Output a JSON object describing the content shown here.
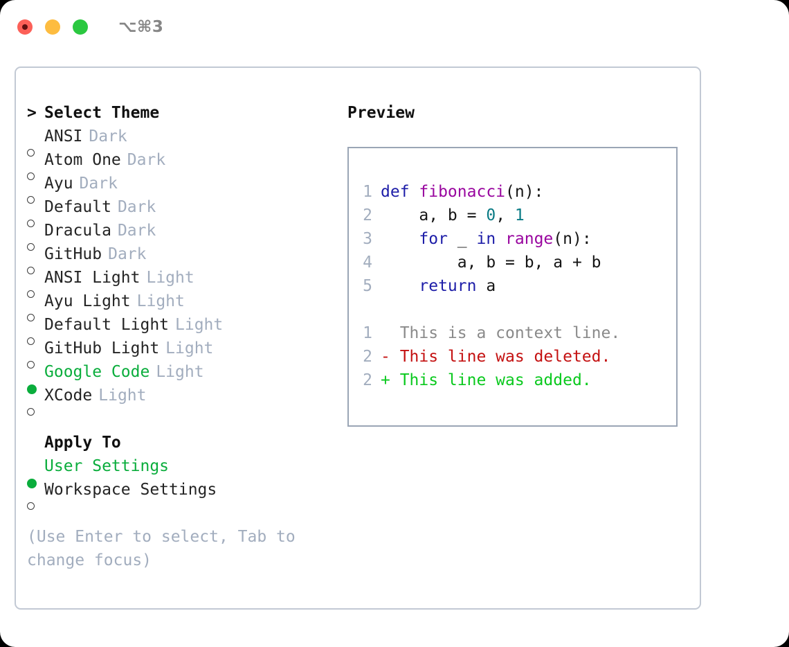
{
  "window": {
    "shortcut": "⌥⌘3",
    "traffic_lights": [
      {
        "name": "close",
        "color": "#fc6058"
      },
      {
        "name": "minimize",
        "color": "#fdbc40"
      },
      {
        "name": "maximize",
        "color": "#2bc840"
      }
    ]
  },
  "colors": {
    "accent_green": "#0aad3c",
    "muted": "#a2adbe",
    "text": "#242424",
    "panel_border": "#c2c9d4",
    "code_border": "#9aa5b5",
    "keyword": "#1d1da8",
    "function": "#99069f",
    "number": "#0a7b85",
    "diff_add": "#0ac91e",
    "diff_del": "#c41111",
    "diff_context": "#8a8a8a"
  },
  "theme_panel": {
    "heading": "Select Theme",
    "caret": ">",
    "radio_unselected": "○",
    "radio_selected": "●",
    "themes": [
      {
        "name": "ANSI",
        "tag": "Dark",
        "selected": false
      },
      {
        "name": "Atom One",
        "tag": "Dark",
        "selected": false
      },
      {
        "name": "Ayu",
        "tag": "Dark",
        "selected": false
      },
      {
        "name": "Default",
        "tag": "Dark",
        "selected": false
      },
      {
        "name": "Dracula",
        "tag": "Dark",
        "selected": false
      },
      {
        "name": "GitHub",
        "tag": "Dark",
        "selected": false
      },
      {
        "name": "ANSI Light",
        "tag": "Light",
        "selected": false
      },
      {
        "name": "Ayu Light",
        "tag": "Light",
        "selected": false
      },
      {
        "name": "Default Light",
        "tag": "Light",
        "selected": false
      },
      {
        "name": "GitHub Light",
        "tag": "Light",
        "selected": false
      },
      {
        "name": "Google Code",
        "tag": "Light",
        "selected": true
      },
      {
        "name": "XCode",
        "tag": "Light",
        "selected": false
      }
    ]
  },
  "apply_to": {
    "heading": "Apply To",
    "options": [
      {
        "name": "User Settings",
        "selected": true
      },
      {
        "name": "Workspace Settings",
        "selected": false
      }
    ]
  },
  "hint": "(Use Enter to select, Tab to change focus)",
  "preview": {
    "heading": "Preview",
    "code_lines": [
      {
        "num": "1",
        "tokens": [
          {
            "t": "def ",
            "c": "tok-kw"
          },
          {
            "t": "fibonacci",
            "c": "tok-fn"
          },
          {
            "t": "(n):",
            "c": "tok-plain"
          }
        ]
      },
      {
        "num": "2",
        "tokens": [
          {
            "t": "    a, b = ",
            "c": "tok-plain"
          },
          {
            "t": "0",
            "c": "tok-num"
          },
          {
            "t": ", ",
            "c": "tok-plain"
          },
          {
            "t": "1",
            "c": "tok-num"
          }
        ]
      },
      {
        "num": "3",
        "tokens": [
          {
            "t": "    ",
            "c": "tok-plain"
          },
          {
            "t": "for",
            "c": "tok-kw"
          },
          {
            "t": " _ ",
            "c": "tok-plain"
          },
          {
            "t": "in",
            "c": "tok-kw"
          },
          {
            "t": " ",
            "c": "tok-plain"
          },
          {
            "t": "range",
            "c": "tok-fn"
          },
          {
            "t": "(n):",
            "c": "tok-plain"
          }
        ]
      },
      {
        "num": "4",
        "tokens": [
          {
            "t": "        a, b = b, a + b",
            "c": "tok-plain"
          }
        ]
      },
      {
        "num": "5",
        "tokens": [
          {
            "t": "    ",
            "c": "tok-plain"
          },
          {
            "t": "return",
            "c": "tok-kw"
          },
          {
            "t": " a",
            "c": "tok-plain"
          }
        ]
      }
    ],
    "diff_lines": [
      {
        "num": "1",
        "kind": "diff-context",
        "text": "  This is a context line."
      },
      {
        "num": "2",
        "kind": "diff-del",
        "text": "- This line was deleted."
      },
      {
        "num": "2",
        "kind": "diff-add",
        "text": "+ This line was added."
      }
    ]
  }
}
